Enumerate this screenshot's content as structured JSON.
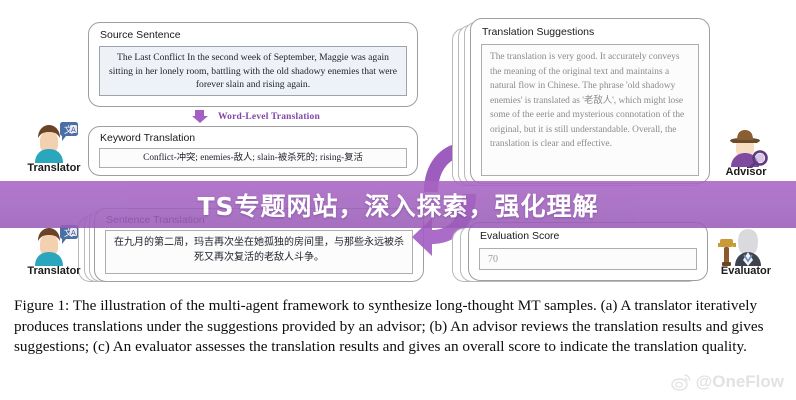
{
  "figure": {
    "left_panel": {
      "source_card": {
        "title": "Source Sentence",
        "text": "The Last Conflict In the second week of September, Maggie was again sitting in her lonely room, battling with the old shadowy enemies that were forever slain and rising again."
      },
      "word_level_arrow_label": "Word-Level Translation",
      "keyword_card": {
        "title": "Keyword Translation",
        "text": "Conflict-冲突; enemies-敌人; slain-被杀死的; rising-复活"
      },
      "sentence_card": {
        "title": "Sentence Translation",
        "text": "在九月的第二周，玛吉再次坐在她孤独的房间里，与那些永远被杀死又再次复活的老敌人斗争。"
      }
    },
    "right_panel": {
      "suggestions_card": {
        "title": "Translation Suggestions",
        "text": "The translation is very good. It accurately conveys the meaning of the original text and maintains a natural flow in Chinese. The phrase 'old shadowy enemies' is translated as '老敌人', which might lose some of the eerie and mysterious connotation of the original, but it is still understandable. Overall, the translation is clear and effective."
      },
      "score_card": {
        "title": "Evaluation Score",
        "value": "70"
      }
    },
    "agents": [
      {
        "name": "translator-top",
        "label": "Translator",
        "icon": "translator-avatar-icon"
      },
      {
        "name": "translator-bottom",
        "label": "Translator",
        "icon": "translator-avatar-icon"
      },
      {
        "name": "advisor",
        "label": "Advisor",
        "icon": "detective-avatar-icon"
      },
      {
        "name": "evaluator",
        "label": "Evaluator",
        "icon": "judge-avatar-icon"
      }
    ],
    "cycle_icon": "circular-arrows-icon"
  },
  "overlay_banner": {
    "text": "TS专题网站，深入探索，强化理解",
    "color": "#a163bf"
  },
  "caption": {
    "text": "Figure 1: The illustration of the multi-agent framework to synthesize long-thought MT samples. (a) A translator iteratively produces translations under the suggestions provided by an advisor; (b) An advisor reviews the translation results and gives suggestions; (c) An evaluator assesses the translation results and gives an overall score to indicate the translation quality."
  },
  "watermark": {
    "handle": "@OneFlow",
    "icon": "weibo-logo-icon"
  },
  "colors": {
    "accent_purple": "#8046a8",
    "banner_purple": "#a163bf",
    "source_box_fill": "#eef1f6"
  }
}
